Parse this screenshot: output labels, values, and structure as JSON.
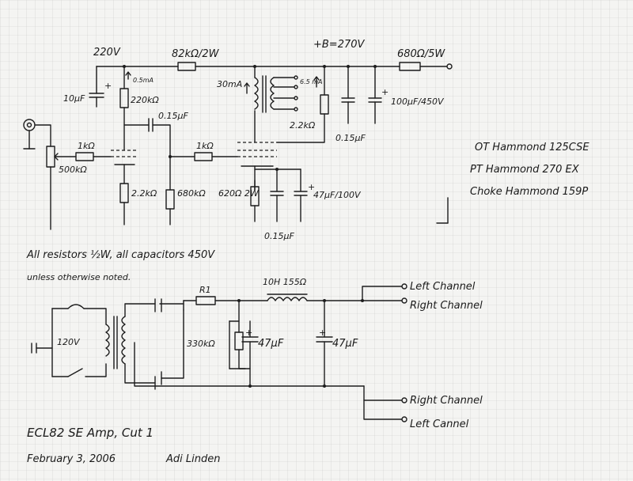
{
  "supply": {
    "b220": "220V",
    "b270": "+B=270V",
    "r_supply": "82kΩ/2W",
    "r_filter": "680Ω/5W",
    "cap_filter": "100µF/450V",
    "cap_filter_bypass": "0.15µF",
    "current_in": "0.5mA"
  },
  "input_stage": {
    "cap_supply": "10µF",
    "r_anode": "220kΩ",
    "cap_coupling": "0.15µF",
    "r_grid_stop": "1kΩ",
    "pot": "500kΩ",
    "r_cathode": "2.2kΩ",
    "r_grid_leak": "680kΩ"
  },
  "output_stage": {
    "r_grid_stop": "1kΩ",
    "current": "30mA",
    "secondary_current": "6.5 mA",
    "r_screen": "2.2kΩ",
    "r_cathode": "620Ω 2W",
    "cap_cathode": "47µF/100V",
    "cap_bypass": "0.15µF"
  },
  "transformers": {
    "ot": "OT Hammond 125CSE",
    "pt": "PT Hammond 270 EX",
    "choke": "Choke Hammond 159P"
  },
  "psu": {
    "mains": "120V",
    "r1": "R1",
    "choke": "10H 155Ω",
    "r_bleed": "330kΩ",
    "c1": "47µF",
    "c2": "47µF",
    "out_left_top": "Left Channel",
    "out_right_top": "Right Channel",
    "out_right_bottom": "Right Channel",
    "out_left_bottom": "Left Cannel"
  },
  "notes": {
    "line1": "All resistors ½W, all capacitors 450V",
    "line2": "unless otherwise noted."
  },
  "title_block": {
    "title": "ECL82 SE Amp, Cut 1",
    "date": "February 3, 2006",
    "author": "Adi Linden"
  }
}
